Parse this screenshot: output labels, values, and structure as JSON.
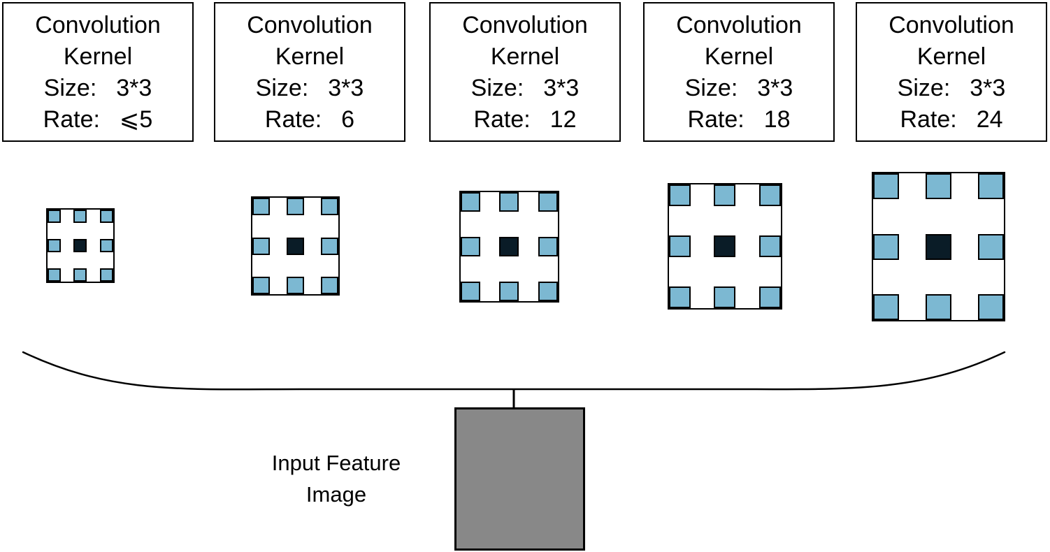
{
  "figure": {
    "type": "diagram",
    "description": "Five 3*3 atrous (dilated) convolution kernels with increasing dilation rates sampling an input feature image"
  },
  "panels": [
    {
      "line1": "Convolution",
      "line2": "Kernel",
      "size_label": "Size:",
      "size_value": "3*3",
      "rate_label": "Rate:",
      "rate_value": "⩽5"
    },
    {
      "line1": "Convolution",
      "line2": "Kernel",
      "size_label": "Size:",
      "size_value": "3*3",
      "rate_label": "Rate:",
      "rate_value": "6"
    },
    {
      "line1": "Convolution",
      "line2": "Kernel",
      "size_label": "Size:",
      "size_value": "3*3",
      "rate_label": "Rate:",
      "rate_value": "12"
    },
    {
      "line1": "Convolution",
      "line2": "Kernel",
      "size_label": "Size:",
      "size_value": "3*3",
      "rate_label": "Rate:",
      "rate_value": "18"
    },
    {
      "line1": "Convolution",
      "line2": "Kernel",
      "size_label": "Size:",
      "size_value": "3*3",
      "rate_label": "Rate:",
      "rate_value": "24"
    }
  ],
  "kernels": [
    {
      "grid": "3x3",
      "rate": "⩽5",
      "sample_points": 8,
      "center_points": 1
    },
    {
      "grid": "3x3",
      "rate": "6",
      "sample_points": 8,
      "center_points": 1
    },
    {
      "grid": "3x3",
      "rate": "12",
      "sample_points": 8,
      "center_points": 1
    },
    {
      "grid": "3x3",
      "rate": "18",
      "sample_points": 8,
      "center_points": 1
    },
    {
      "grid": "3x3",
      "rate": "24",
      "sample_points": 8,
      "center_points": 1
    }
  ],
  "input_label": {
    "line1": "Input Feature",
    "line2": "Image"
  },
  "colors": {
    "kernel-blue": "#7cb8d2",
    "kernel-center": "#0a1c27",
    "input-box-gray": "#888888",
    "line-black": "#000000"
  }
}
